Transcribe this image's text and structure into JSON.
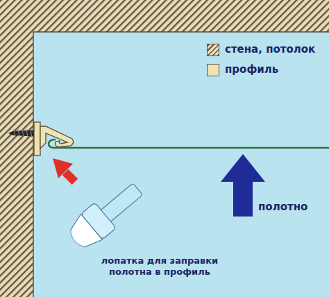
{
  "diagram": {
    "labels": [
      "полотно",
      "лопатка для заправки полотна в профиль"
    ],
    "legend": [
      {
        "text": "стена, потолок"
      },
      {
        "text": "профиль",
        "color": "#efe3b5"
      }
    ]
  }
}
